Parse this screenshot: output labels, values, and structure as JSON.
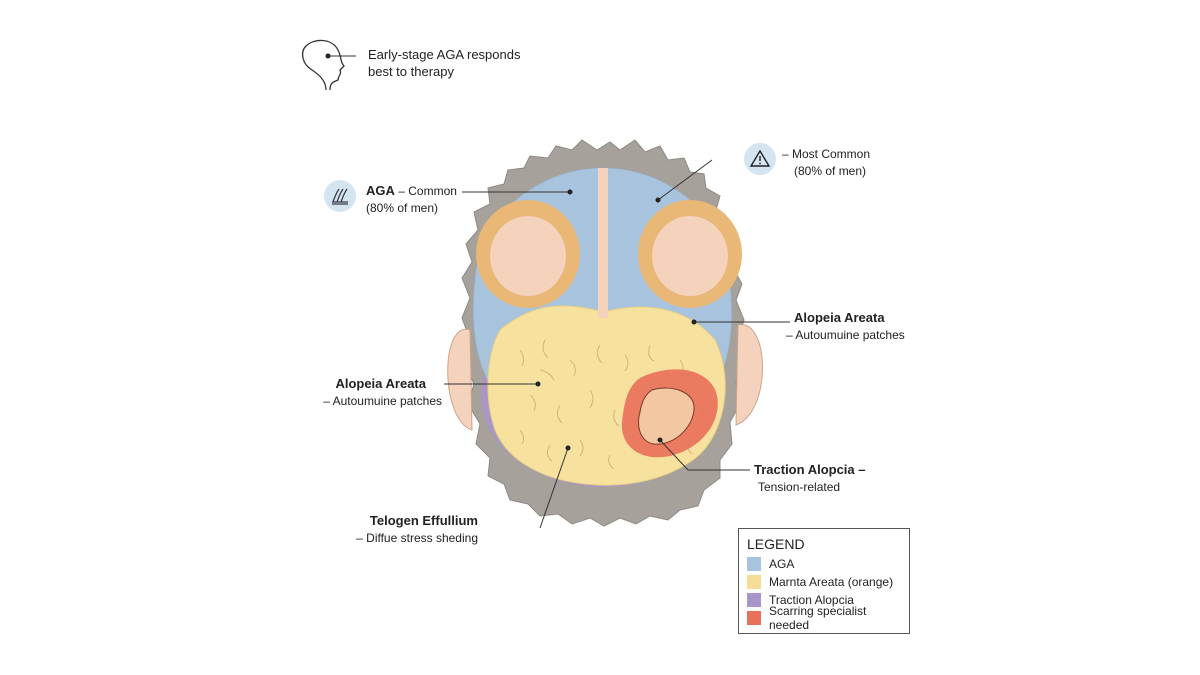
{
  "top_note": {
    "line1": "Early-stage AGA responds",
    "line2": "best to therapy",
    "icon": "head-profile-icon"
  },
  "callouts": {
    "aga_left": {
      "title": "AGA",
      "rest": " – Common",
      "line2": "(80% of men)",
      "icon": "hair-strands-icon"
    },
    "most_common": {
      "line1": "– Most Common",
      "line2": "(80% of men)",
      "icon": "warning-triangle-icon"
    },
    "alopecia_right": {
      "title": "Alopeia Areata",
      "line2": "– Autoumuine patches"
    },
    "alopecia_left": {
      "title": "Alopeia Areata",
      "line2": "– Autoumuine patches"
    },
    "traction": {
      "title": "Traction Alopcia –",
      "line2": "Tension-related"
    },
    "telogen": {
      "title": "Telogen Effullium",
      "line2": "– Diffue stress sheding"
    }
  },
  "legend": {
    "title": "LEGEND",
    "items": [
      {
        "label": "AGA",
        "color": "#a7c3de"
      },
      {
        "label": "Marnta Areata (orange)",
        "color": "#f6dd95"
      },
      {
        "label": "Traction Alopcia",
        "color": "#a996c8"
      },
      {
        "label": "Scarring specialist needed",
        "color": "#e9705a"
      }
    ]
  },
  "colors": {
    "aga_blue": "#a7c3de",
    "yellow_zone": "#f6e19e",
    "purple_band": "#a996c8",
    "scar_red": "#e9705a",
    "hair_gray": "#a6a19a",
    "skin": "#f4d2bb"
  }
}
